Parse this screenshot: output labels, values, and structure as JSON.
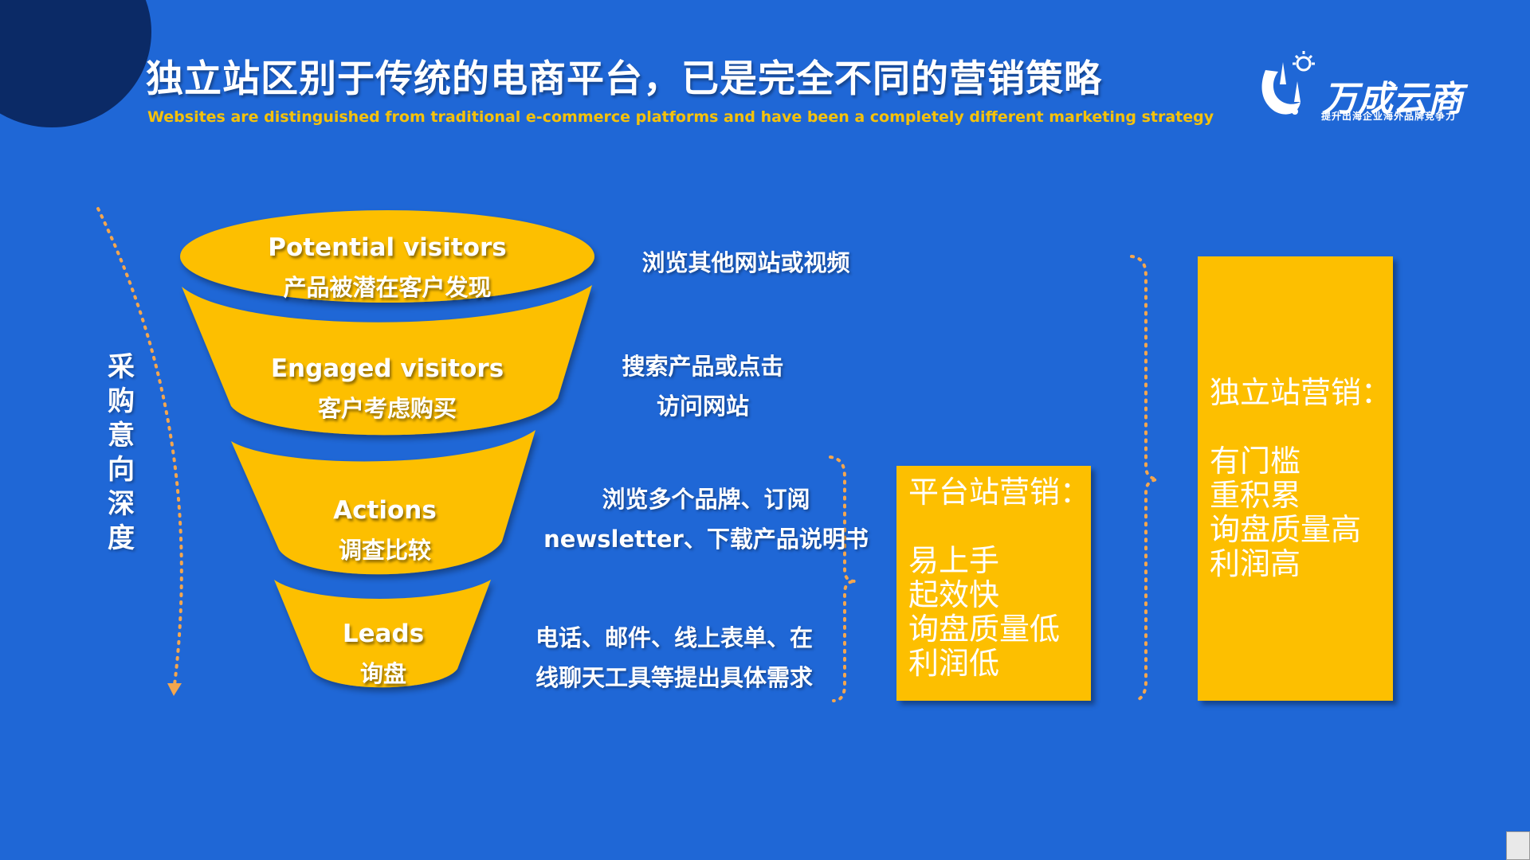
{
  "header": {
    "title": "独立站区别于传统的电商平台，已是完全不同的营销策略",
    "subtitle": "Websites are distinguished from traditional e-commerce platforms and have been a completely different marketing strategy"
  },
  "logo": {
    "name": "万成云商",
    "tagline": "提升出海企业海外品牌竞争力"
  },
  "side_label": "采购意向深度",
  "funnel": [
    {
      "en": "Potential visitors",
      "zh": "产品被潜在客户发现",
      "desc": [
        "浏览其他网站或视频"
      ]
    },
    {
      "en": "Engaged visitors",
      "zh": "客户考虑购买",
      "desc": [
        "搜索产品或点击",
        "访问网站"
      ]
    },
    {
      "en": "Actions",
      "zh": "调查比较",
      "desc": [
        "浏览多个品牌、订阅",
        "newsletter、下载产品说明书"
      ]
    },
    {
      "en": "Leads",
      "zh": "询盘",
      "desc": [
        "电话、邮件、线上表单、在",
        "线聊天工具等提出具体需求"
      ]
    }
  ],
  "platform_box": {
    "heading": "平台站营销：",
    "lines": [
      "易上手",
      "起效快",
      "询盘质量低",
      "利润低"
    ]
  },
  "independent_box": {
    "heading": "独立站营销：",
    "lines": [
      "有门槛",
      "重积累",
      "询盘质量高",
      "利润高"
    ]
  },
  "colors": {
    "background": "#1f67d6",
    "funnel": "#fdbf00",
    "subtitle": "#f5c20b",
    "dots": "#f4a64e"
  }
}
